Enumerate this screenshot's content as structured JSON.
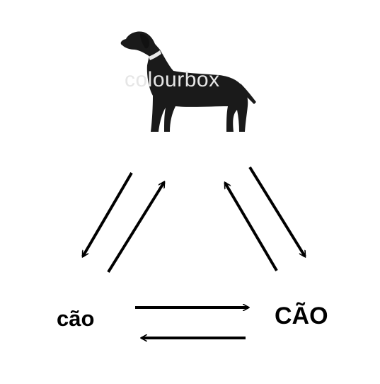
{
  "diagram": {
    "word_lowercase": "cão",
    "word_uppercase": "CÃO",
    "image": {
      "icon": "dog-silhouette-icon",
      "watermark": "colourbox"
    },
    "colors": {
      "ink": "#1a1a1a",
      "watermark": "#e6e6e6",
      "background": "#ffffff"
    }
  }
}
